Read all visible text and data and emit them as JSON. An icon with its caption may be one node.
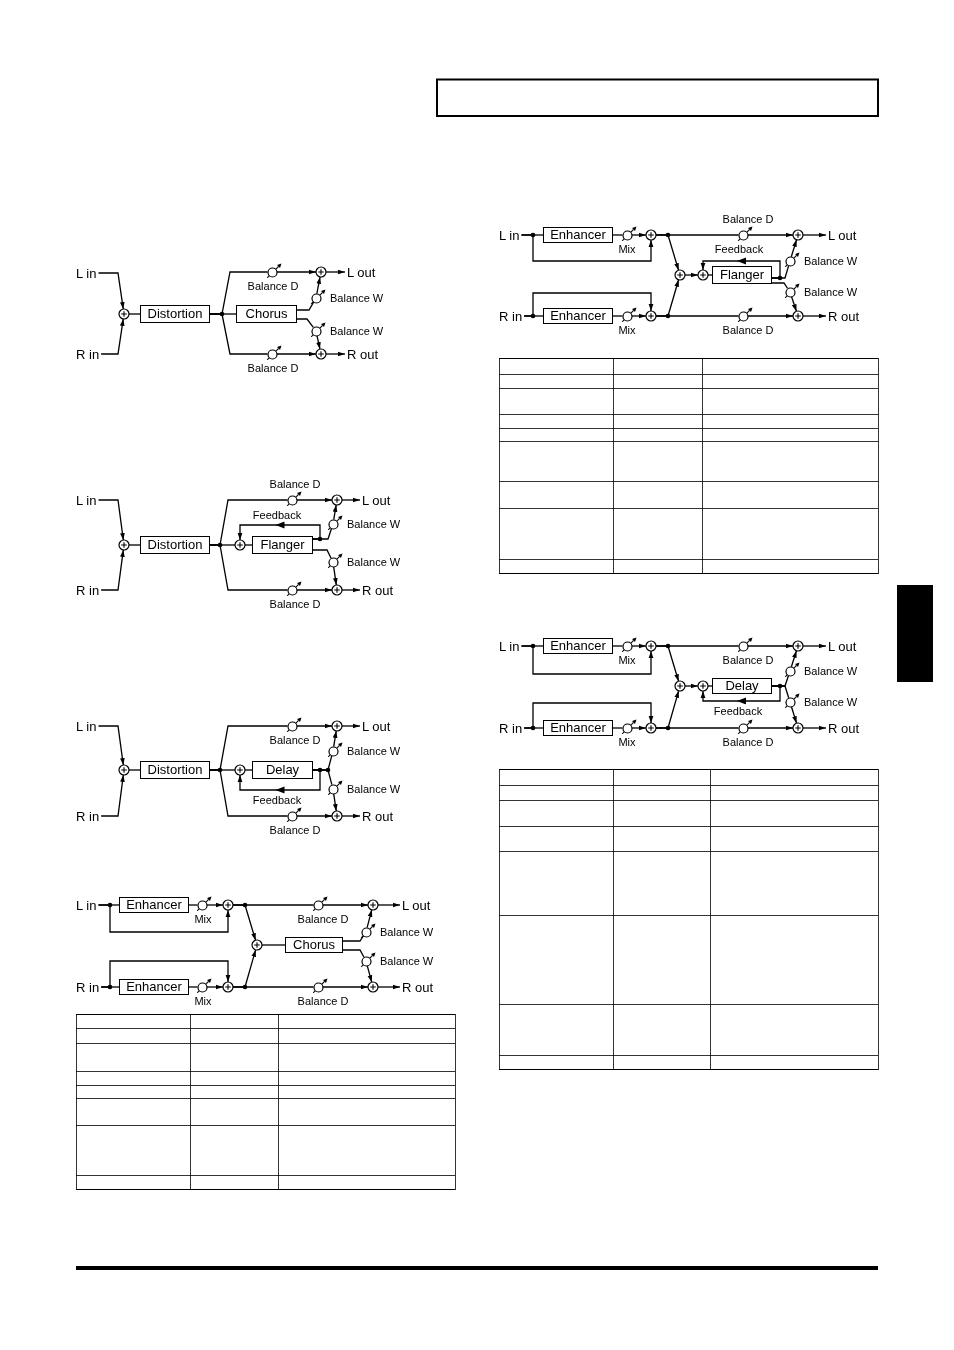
{
  "diagram": {
    "nodes": [
      {
        "text": [
          "L in"
        ]
      },
      {
        "text": [
          "R in"
        ]
      },
      {
        "text": [],
        "shape": "circle"
      },
      {
        "text": [
          "Distortion"
        ]
      },
      {
        "text": [],
        "shape": "knob",
        "beside": [
          "Balance D"
        ]
      },
      {
        "text": [],
        "shape": "circle"
      },
      {
        "text": [
          "L out"
        ]
      },
      {
        "text": [
          "Chorus"
        ]
      },
      {
        "text": [],
        "shape": "knob",
        "beside": [
          "Balance W"
        ]
      },
      {
        "text": [],
        "shape": "knob",
        "beside": [
          "Balance W"
        ]
      },
      {
        "text": [],
        "shape": "knob",
        "beside": [
          "Balance D"
        ]
      },
      {
        "text": [],
        "shape": "circle"
      },
      {
        "text": [
          "R out"
        ]
      },
      {
        "text": [
          "L in"
        ]
      },
      {
        "text": [
          "R in"
        ]
      },
      {
        "text": [],
        "shape": "circle"
      },
      {
        "text": [
          "Distortion"
        ]
      },
      {
        "text": [],
        "shape": "knob",
        "beside": [
          "Balance D"
        ]
      },
      {
        "text": [],
        "shape": "circle"
      },
      {
        "text": [
          "L out"
        ]
      },
      {
        "text": [],
        "shape": "circle"
      },
      {
        "text": [
          "Flanger"
        ]
      },
      {
        "text": [],
        "shape": "knob",
        "beside": [
          "Balance W"
        ]
      },
      {
        "text": [],
        "shape": "knob",
        "beside": [
          "Balance W"
        ]
      },
      {
        "text": [],
        "shape": "knob",
        "beside": [
          "Balance D"
        ]
      },
      {
        "text": [],
        "shape": "circle"
      },
      {
        "text": [
          "R out"
        ]
      },
      {
        "text": [
          "L in"
        ]
      },
      {
        "text": [
          "R in"
        ]
      },
      {
        "text": [],
        "shape": "circle"
      },
      {
        "text": [
          "Distortion"
        ]
      },
      {
        "text": [],
        "shape": "knob",
        "beside": [
          "Balance D"
        ]
      },
      {
        "text": [],
        "shape": "circle"
      },
      {
        "text": [
          "L out"
        ]
      },
      {
        "text": [],
        "shape": "circle"
      },
      {
        "text": [
          "Delay"
        ]
      },
      {
        "text": [],
        "shape": "knob",
        "beside": [
          "Balance W"
        ]
      },
      {
        "text": [],
        "shape": "knob",
        "beside": [
          "Balance W"
        ]
      },
      {
        "text": [],
        "shape": "knob",
        "beside": [
          "Balance D"
        ]
      },
      {
        "text": [],
        "shape": "circle"
      },
      {
        "text": [
          "R out"
        ]
      },
      {
        "text": [
          "L in"
        ]
      },
      {
        "text": [
          "Enhancer"
        ]
      },
      {
        "text": [],
        "shape": "knob",
        "beside": [
          "Mix"
        ]
      },
      {
        "text": [],
        "shape": "circle"
      },
      {
        "text": [],
        "shape": "knob",
        "beside": [
          "Balance D"
        ]
      },
      {
        "text": [],
        "shape": "circle"
      },
      {
        "text": [
          "L out"
        ]
      },
      {
        "text": [],
        "shape": "circle"
      },
      {
        "text": [
          "Chorus"
        ]
      },
      {
        "text": [],
        "shape": "knob",
        "beside": [
          "Balance W"
        ]
      },
      {
        "text": [],
        "shape": "knob",
        "beside": [
          "Balance W"
        ]
      },
      {
        "text": [
          "R in"
        ]
      },
      {
        "text": [
          "Enhancer"
        ]
      },
      {
        "text": [],
        "shape": "knob",
        "beside": [
          "Mix"
        ]
      },
      {
        "text": [],
        "shape": "circle"
      },
      {
        "text": [],
        "shape": "knob",
        "beside": [
          "Balance D"
        ]
      },
      {
        "text": [],
        "shape": "circle"
      },
      {
        "text": [
          "R out"
        ]
      },
      {
        "text": [
          "L in"
        ]
      },
      {
        "text": [
          "Enhancer"
        ]
      },
      {
        "text": [],
        "shape": "knob",
        "beside": [
          "Mix"
        ]
      },
      {
        "text": [],
        "shape": "circle"
      },
      {
        "text": [],
        "shape": "knob",
        "beside": [
          "Balance D"
        ]
      },
      {
        "text": [],
        "shape": "circle"
      },
      {
        "text": [
          "L out"
        ]
      },
      {
        "text": [],
        "shape": "circle"
      },
      {
        "text": [],
        "shape": "circle"
      },
      {
        "text": [
          "Flanger"
        ]
      },
      {
        "text": [],
        "shape": "knob",
        "beside": [
          "Balance W"
        ]
      },
      {
        "text": [],
        "shape": "knob",
        "beside": [
          "Balance W"
        ]
      },
      {
        "text": [
          "R in"
        ]
      },
      {
        "text": [
          "Enhancer"
        ]
      },
      {
        "text": [],
        "shape": "knob",
        "beside": [
          "Mix"
        ]
      },
      {
        "text": [],
        "shape": "circle"
      },
      {
        "text": [],
        "shape": "knob",
        "beside": [
          "Balance D"
        ]
      },
      {
        "text": [],
        "shape": "circle"
      },
      {
        "text": [
          "R out"
        ]
      },
      {
        "text": [
          "L in"
        ]
      },
      {
        "text": [
          "Enhancer"
        ]
      },
      {
        "text": [],
        "shape": "knob",
        "beside": [
          "Mix"
        ]
      },
      {
        "text": [],
        "shape": "circle"
      },
      {
        "text": [],
        "shape": "knob",
        "beside": [
          "Balance D"
        ]
      },
      {
        "text": [],
        "shape": "circle"
      },
      {
        "text": [
          "L out"
        ]
      },
      {
        "text": [],
        "shape": "circle"
      },
      {
        "text": [],
        "shape": "circle"
      },
      {
        "text": [
          "Delay"
        ]
      },
      {
        "text": [],
        "shape": "knob",
        "beside": [
          "Balance W"
        ]
      },
      {
        "text": [],
        "shape": "knob",
        "beside": [
          "Balance W"
        ]
      },
      {
        "text": [
          "R in"
        ]
      },
      {
        "text": [
          "Enhancer"
        ]
      },
      {
        "text": [],
        "shape": "knob",
        "beside": [
          "Mix"
        ]
      },
      {
        "text": [],
        "shape": "circle"
      },
      {
        "text": [],
        "shape": "knob",
        "beside": [
          "Balance D"
        ]
      },
      {
        "text": [],
        "shape": "circle"
      },
      {
        "text": [
          "R out"
        ]
      },
      {
        "text": [],
        "shape": "box"
      }
    ],
    "edges": [
      {
        "from": 0,
        "to": 2,
        "arrow": "to"
      },
      {
        "from": 1,
        "to": 2,
        "arrow": "to"
      },
      {
        "from": 2,
        "to": 3,
        "arrow": "none"
      },
      {
        "from": 3,
        "to": 4,
        "arrow": "none"
      },
      {
        "from": 3,
        "to": 7,
        "arrow": "none"
      },
      {
        "from": 3,
        "to": 10,
        "arrow": "none"
      },
      {
        "from": 4,
        "to": 5,
        "arrow": "to"
      },
      {
        "from": 7,
        "to": 8,
        "arrow": "none"
      },
      {
        "from": 8,
        "to": 5,
        "arrow": "to"
      },
      {
        "from": 5,
        "to": 6,
        "arrow": "to"
      },
      {
        "from": 7,
        "to": 9,
        "arrow": "none"
      },
      {
        "from": 9,
        "to": 11,
        "arrow": "to"
      },
      {
        "from": 10,
        "to": 11,
        "arrow": "to"
      },
      {
        "from": 11,
        "to": 12,
        "arrow": "to"
      },
      {
        "from": 13,
        "to": 15,
        "arrow": "to"
      },
      {
        "from": 14,
        "to": 15,
        "arrow": "to"
      },
      {
        "from": 15,
        "to": 16,
        "arrow": "none"
      },
      {
        "from": 16,
        "to": 17,
        "arrow": "none"
      },
      {
        "from": 16,
        "to": 20,
        "arrow": "none"
      },
      {
        "from": 16,
        "to": 24,
        "arrow": "none"
      },
      {
        "from": 20,
        "to": 21,
        "arrow": "none"
      },
      {
        "from": 21,
        "to": 20,
        "arrow": "to",
        "label": "Feedback"
      },
      {
        "from": 17,
        "to": 18,
        "arrow": "to"
      },
      {
        "from": 21,
        "to": 22,
        "arrow": "none"
      },
      {
        "from": 22,
        "to": 18,
        "arrow": "to"
      },
      {
        "from": 18,
        "to": 19,
        "arrow": "to"
      },
      {
        "from": 21,
        "to": 23,
        "arrow": "none"
      },
      {
        "from": 23,
        "to": 25,
        "arrow": "to"
      },
      {
        "from": 24,
        "to": 25,
        "arrow": "to"
      },
      {
        "from": 25,
        "to": 26,
        "arrow": "to"
      },
      {
        "from": 27,
        "to": 29,
        "arrow": "to"
      },
      {
        "from": 28,
        "to": 29,
        "arrow": "to"
      },
      {
        "from": 29,
        "to": 30,
        "arrow": "none"
      },
      {
        "from": 30,
        "to": 31,
        "arrow": "none"
      },
      {
        "from": 30,
        "to": 34,
        "arrow": "none"
      },
      {
        "from": 30,
        "to": 38,
        "arrow": "none"
      },
      {
        "from": 34,
        "to": 35,
        "arrow": "none"
      },
      {
        "from": 35,
        "to": 34,
        "arrow": "to",
        "label": "Feedback"
      },
      {
        "from": 31,
        "to": 32,
        "arrow": "to"
      },
      {
        "from": 35,
        "to": 36,
        "arrow": "none"
      },
      {
        "from": 36,
        "to": 32,
        "arrow": "to"
      },
      {
        "from": 32,
        "to": 33,
        "arrow": "to"
      },
      {
        "from": 35,
        "to": 37,
        "arrow": "none"
      },
      {
        "from": 37,
        "to": 39,
        "arrow": "to"
      },
      {
        "from": 38,
        "to": 39,
        "arrow": "to"
      },
      {
        "from": 39,
        "to": 40,
        "arrow": "to"
      },
      {
        "from": 41,
        "to": 42,
        "arrow": "none"
      },
      {
        "from": 41,
        "to": 44,
        "arrow": "to"
      },
      {
        "from": 42,
        "to": 43,
        "arrow": "none"
      },
      {
        "from": 43,
        "to": 44,
        "arrow": "to"
      },
      {
        "from": 44,
        "to": 45,
        "arrow": "none"
      },
      {
        "from": 44,
        "to": 48,
        "arrow": "to"
      },
      {
        "from": 45,
        "to": 46,
        "arrow": "to"
      },
      {
        "from": 46,
        "to": 47,
        "arrow": "to"
      },
      {
        "from": 48,
        "to": 49,
        "arrow": "none"
      },
      {
        "from": 49,
        "to": 50,
        "arrow": "none"
      },
      {
        "from": 50,
        "to": 46,
        "arrow": "to"
      },
      {
        "from": 49,
        "to": 51,
        "arrow": "none"
      },
      {
        "from": 51,
        "to": 57,
        "arrow": "to"
      },
      {
        "from": 52,
        "to": 53,
        "arrow": "none"
      },
      {
        "from": 52,
        "to": 55,
        "arrow": "to"
      },
      {
        "from": 53,
        "to": 54,
        "arrow": "none"
      },
      {
        "from": 54,
        "to": 55,
        "arrow": "to"
      },
      {
        "from": 55,
        "to": 56,
        "arrow": "none"
      },
      {
        "from": 55,
        "to": 48,
        "arrow": "to"
      },
      {
        "from": 56,
        "to": 57,
        "arrow": "to"
      },
      {
        "from": 57,
        "to": 58,
        "arrow": "to"
      },
      {
        "from": 59,
        "to": 60,
        "arrow": "none"
      },
      {
        "from": 59,
        "to": 62,
        "arrow": "to"
      },
      {
        "from": 60,
        "to": 61,
        "arrow": "none"
      },
      {
        "from": 61,
        "to": 62,
        "arrow": "to"
      },
      {
        "from": 62,
        "to": 63,
        "arrow": "none"
      },
      {
        "from": 62,
        "to": 66,
        "arrow": "to"
      },
      {
        "from": 63,
        "to": 64,
        "arrow": "to"
      },
      {
        "from": 64,
        "to": 65,
        "arrow": "to"
      },
      {
        "from": 66,
        "to": 67,
        "arrow": "to"
      },
      {
        "from": 67,
        "to": 68,
        "arrow": "none"
      },
      {
        "from": 68,
        "to": 67,
        "arrow": "to",
        "label": "Feedback"
      },
      {
        "from": 68,
        "to": 69,
        "arrow": "none"
      },
      {
        "from": 69,
        "to": 64,
        "arrow": "to"
      },
      {
        "from": 68,
        "to": 70,
        "arrow": "none"
      },
      {
        "from": 70,
        "to": 76,
        "arrow": "to"
      },
      {
        "from": 71,
        "to": 72,
        "arrow": "none"
      },
      {
        "from": 71,
        "to": 74,
        "arrow": "to"
      },
      {
        "from": 72,
        "to": 73,
        "arrow": "none"
      },
      {
        "from": 73,
        "to": 74,
        "arrow": "to"
      },
      {
        "from": 74,
        "to": 75,
        "arrow": "none"
      },
      {
        "from": 74,
        "to": 66,
        "arrow": "to"
      },
      {
        "from": 75,
        "to": 76,
        "arrow": "to"
      },
      {
        "from": 76,
        "to": 77,
        "arrow": "to"
      },
      {
        "from": 78,
        "to": 79,
        "arrow": "none"
      },
      {
        "from": 78,
        "to": 81,
        "arrow": "to"
      },
      {
        "from": 79,
        "to": 80,
        "arrow": "none"
      },
      {
        "from": 80,
        "to": 81,
        "arrow": "to"
      },
      {
        "from": 81,
        "to": 82,
        "arrow": "none"
      },
      {
        "from": 81,
        "to": 85,
        "arrow": "to"
      },
      {
        "from": 82,
        "to": 83,
        "arrow": "to"
      },
      {
        "from": 83,
        "to": 84,
        "arrow": "to"
      },
      {
        "from": 85,
        "to": 86,
        "arrow": "to"
      },
      {
        "from": 86,
        "to": 87,
        "arrow": "none"
      },
      {
        "from": 87,
        "to": 86,
        "arrow": "to",
        "label": "Feedback"
      },
      {
        "from": 87,
        "to": 88,
        "arrow": "none"
      },
      {
        "from": 88,
        "to": 83,
        "arrow": "to"
      },
      {
        "from": 87,
        "to": 89,
        "arrow": "none"
      },
      {
        "from": 89,
        "to": 95,
        "arrow": "to"
      },
      {
        "from": 90,
        "to": 91,
        "arrow": "none"
      },
      {
        "from": 90,
        "to": 93,
        "arrow": "to"
      },
      {
        "from": 91,
        "to": 92,
        "arrow": "none"
      },
      {
        "from": 92,
        "to": 93,
        "arrow": "to"
      },
      {
        "from": 93,
        "to": 94,
        "arrow": "none"
      },
      {
        "from": 93,
        "to": 85,
        "arrow": "to"
      },
      {
        "from": 94,
        "to": 95,
        "arrow": "to"
      },
      {
        "from": 95,
        "to": 96,
        "arrow": "to"
      }
    ]
  }
}
